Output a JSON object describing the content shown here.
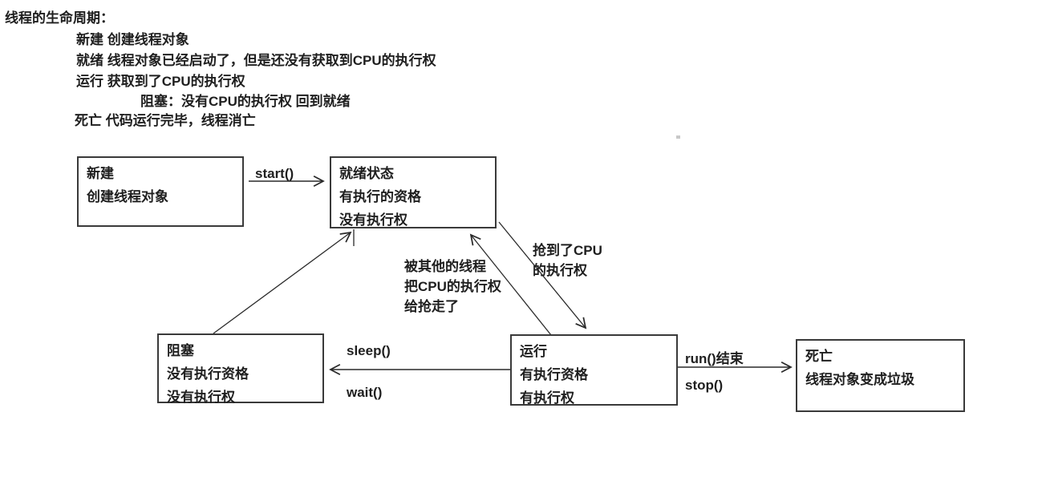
{
  "notes": {
    "title": "线程的生命周期：",
    "line_new": "新建 创建线程对象",
    "line_ready": "就绪 线程对象已经启动了，但是还没有获取到CPU的执行权",
    "line_running": "运行 获取到了CPU的执行权",
    "line_blocked": "阻塞：没有CPU的执行权 回到就绪",
    "line_dead": "死亡 代码运行完毕，线程消亡"
  },
  "nodes": {
    "new": {
      "line1": "新建",
      "line2": "创建线程对象"
    },
    "ready": {
      "line1": "就绪状态",
      "line2": "有执行的资格",
      "line3": "没有执行权"
    },
    "blocked": {
      "line1": "阻塞",
      "line2": "没有执行资格",
      "line3": "没有执行权"
    },
    "running": {
      "line1": "运行",
      "line2": "有执行资格",
      "line3": "有执行权"
    },
    "dead": {
      "line1": "死亡",
      "line2": "线程对象变成垃圾"
    }
  },
  "edges": {
    "start": "start()",
    "sleep": "sleep()",
    "wait": "wait()",
    "run_end": "run()结束",
    "stop": "stop()",
    "grab_line1": "抢到了CPU",
    "grab_line2": "的执行权",
    "preempt_line1": "被其他的线程",
    "preempt_line2": "把CPU的执行权",
    "preempt_line3": "给抢走了"
  },
  "colors": {
    "ink": "#2a2a2a",
    "background": "#ffffff"
  }
}
